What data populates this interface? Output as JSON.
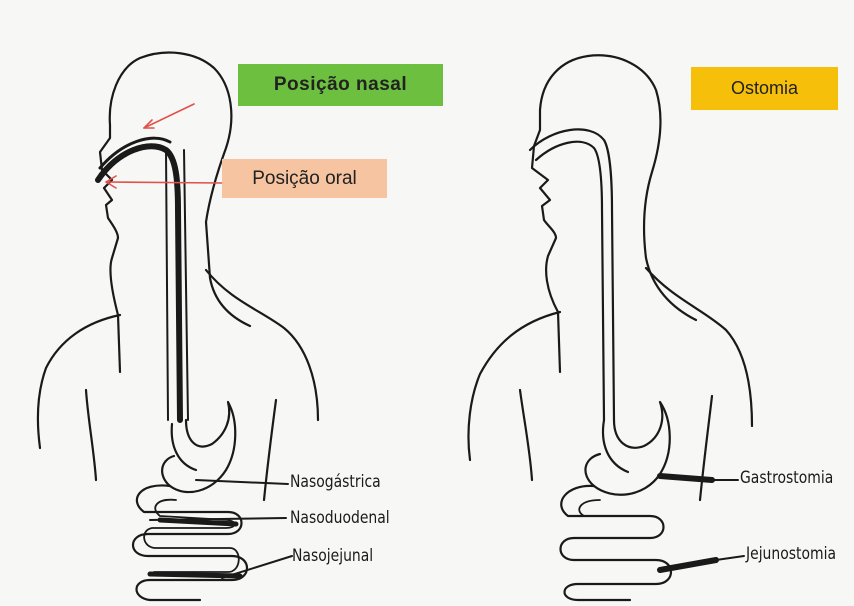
{
  "labels": {
    "nasal": "Posição nasal",
    "oral": "Posição oral",
    "ostomia": "Ostomia"
  },
  "left_annotations": [
    "Nasogástrica",
    "Nasoduodenal",
    "Nasojejunal"
  ],
  "right_annotations": [
    "Gastrostomia",
    "Jejunostomia"
  ],
  "colors": {
    "nasal_box": "#6cbf3f",
    "oral_box": "#f6c4a0",
    "ostomia_box": "#f6bf0a",
    "arrow": "#e0524a"
  }
}
